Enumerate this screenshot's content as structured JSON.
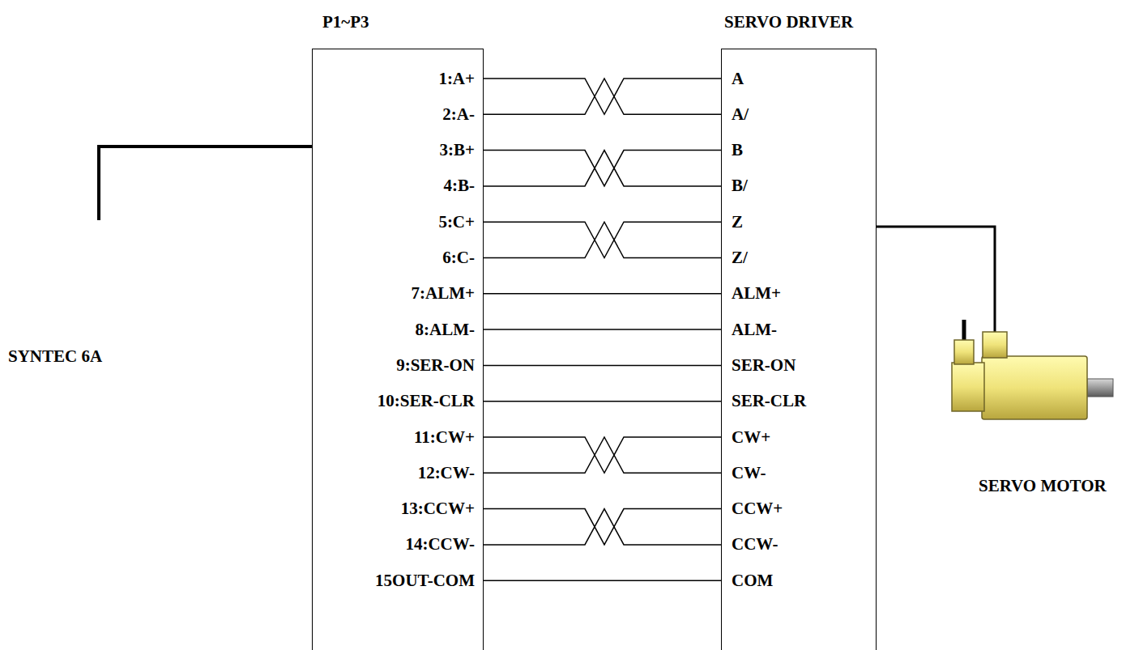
{
  "diagram": {
    "nodes": [
      {
        "text": [
          "P1~P3"
        ]
      },
      {
        "text": [
          "SERVO DRIVER"
        ]
      },
      {
        "text": [
          "SERVO MOTOR"
        ]
      }
    ],
    "edges": [
      {
        "from": 0,
        "to": 1,
        "arrow": "none"
      },
      {
        "from": 0,
        "to": 1,
        "arrow": "none"
      },
      {
        "from": 0,
        "to": 1,
        "arrow": "none"
      },
      {
        "from": 0,
        "to": 1,
        "arrow": "none"
      },
      {
        "from": 0,
        "to": 1,
        "arrow": "none"
      },
      {
        "from": 0,
        "to": 1,
        "arrow": "none"
      },
      {
        "from": 0,
        "to": 1,
        "arrow": "none"
      },
      {
        "from": 0,
        "to": 1,
        "arrow": "none"
      },
      {
        "from": 0,
        "to": 1,
        "arrow": "none"
      },
      {
        "from": 0,
        "to": 1,
        "arrow": "none"
      },
      {
        "from": 0,
        "to": 1,
        "arrow": "none"
      },
      {
        "from": 0,
        "to": 1,
        "arrow": "none"
      },
      {
        "from": 0,
        "to": 1,
        "arrow": "none"
      },
      {
        "from": 0,
        "to": 1,
        "arrow": "none"
      },
      {
        "from": 0,
        "to": 1,
        "arrow": "none"
      },
      {
        "from": 1,
        "to": 2,
        "arrow": "none"
      }
    ],
    "labels": [
      "1:A+",
      "2:A-",
      "3:B+",
      "4:B-",
      "5:C+",
      "6:C-",
      "7:ALM+",
      "8:ALM-",
      "9:SER-ON",
      "10:SER-CLR",
      "11:CW+",
      "12:CW-",
      "13:CCW+",
      "14:CCW-",
      "15OUT-COM",
      "A",
      "A/",
      "B",
      "B/",
      "Z",
      "Z/",
      "ALM+",
      "ALM-",
      "SER-ON",
      "SER-CLR",
      "CW+",
      "CW-",
      "CCW+",
      "CCW-",
      "COM",
      "SYNTEC 6A"
    ]
  }
}
